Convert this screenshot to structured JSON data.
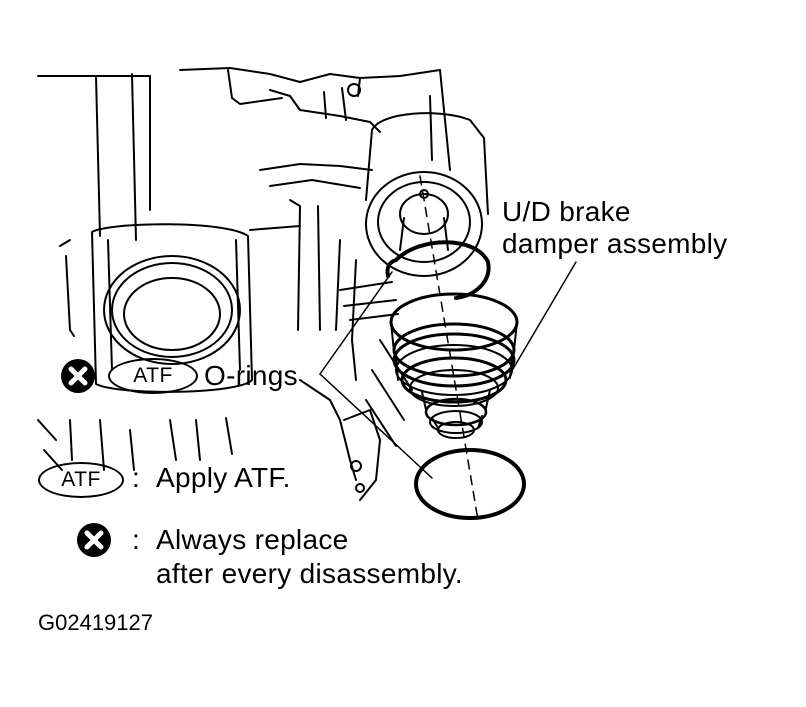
{
  "labels": {
    "damper_line1": "U/D brake",
    "damper_line2": "damper assembly",
    "orings": "O-rings",
    "atf_badge": "ATF",
    "colon": ":",
    "apply_atf": "Apply ATF.",
    "always_line1": "Always replace",
    "always_line2": "after every disassembly.",
    "figure_code": "G02419127"
  },
  "icons": {
    "replace": "x-circle-icon",
    "atf": "atf-oval-icon"
  },
  "colors": {
    "ink": "#000000",
    "paper": "#ffffff"
  }
}
